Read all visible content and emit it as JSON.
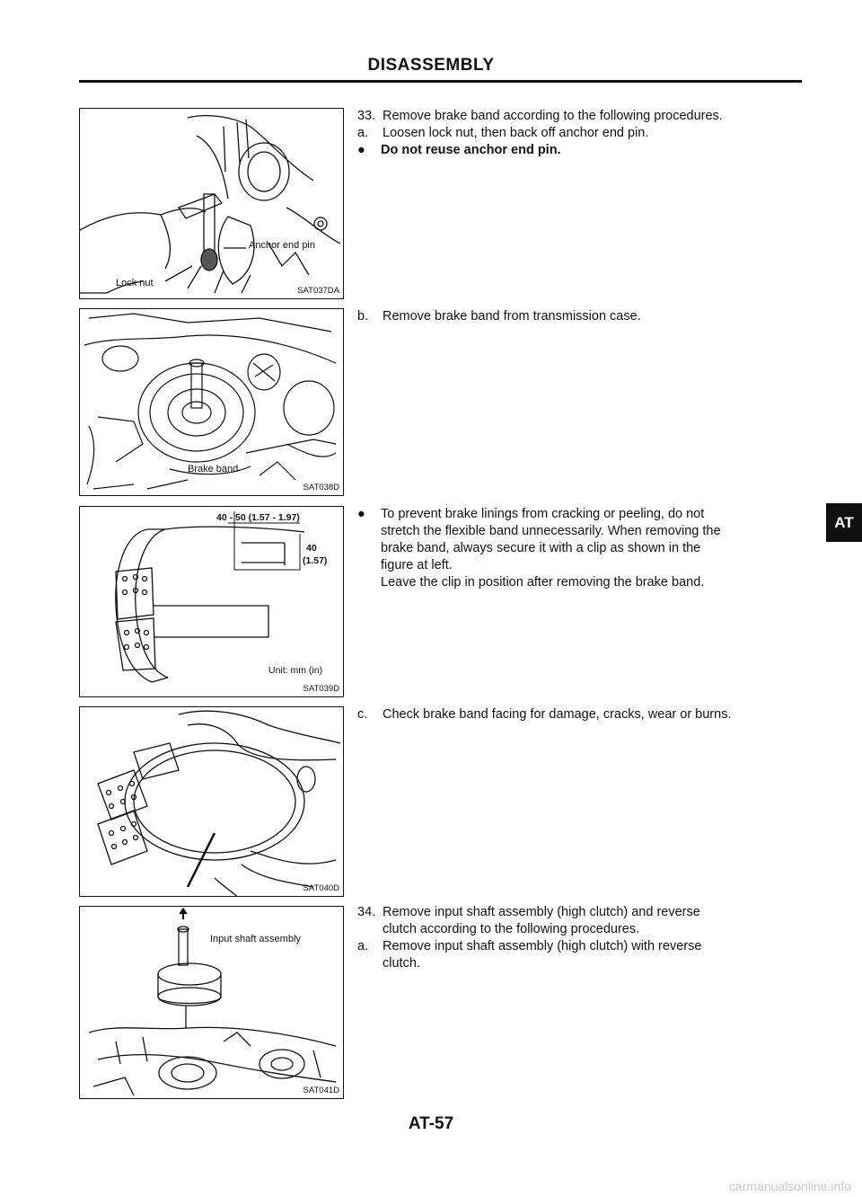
{
  "header": {
    "title": "DISASSEMBLY"
  },
  "figures": [
    {
      "code": "SAT037DA",
      "labels": [
        "Anchor end pin",
        "Lock nut"
      ]
    },
    {
      "code": "SAT038D",
      "labels": [
        "Brake band"
      ]
    },
    {
      "code": "SAT039D",
      "labels": [
        "40 - 50 (1.57 - 1.97)",
        "40",
        "(1.57)",
        "Unit: mm (in)"
      ]
    },
    {
      "code": "SAT040D",
      "labels": []
    },
    {
      "code": "SAT041D",
      "labels": [
        "Input shaft assembly"
      ]
    }
  ],
  "steps": {
    "s33": {
      "num": "33.",
      "text": "Remove brake band according to the following procedures."
    },
    "s33a": {
      "num": "a.",
      "text": "Loosen lock nut, then back off anchor end pin."
    },
    "s33a_note": {
      "bullet": "●",
      "text": "Do not reuse anchor end pin."
    },
    "s33b": {
      "num": "b.",
      "text": "Remove brake band from transmission case."
    },
    "caution": {
      "bullet": "●",
      "lines": [
        "To prevent brake linings from cracking or peeling, do not",
        "stretch the flexible band unnecessarily. When removing the",
        "brake band, always secure it with a clip as shown in the",
        "figure at left.",
        "Leave the clip in position after removing the brake band."
      ]
    },
    "s33c": {
      "num": "c.",
      "text": "Check brake band facing for damage, cracks, wear or burns."
    },
    "s34": {
      "num": "34.",
      "lines": [
        "Remove input shaft assembly (high clutch) and reverse",
        "clutch according to the following procedures."
      ]
    },
    "s34a": {
      "num": "a.",
      "lines": [
        "Remove input shaft assembly (high clutch) with reverse",
        "clutch."
      ]
    }
  },
  "section_tab": {
    "label": "AT"
  },
  "footer": {
    "page": "AT-57"
  },
  "watermark": {
    "text": "carmanualsonline.info"
  }
}
